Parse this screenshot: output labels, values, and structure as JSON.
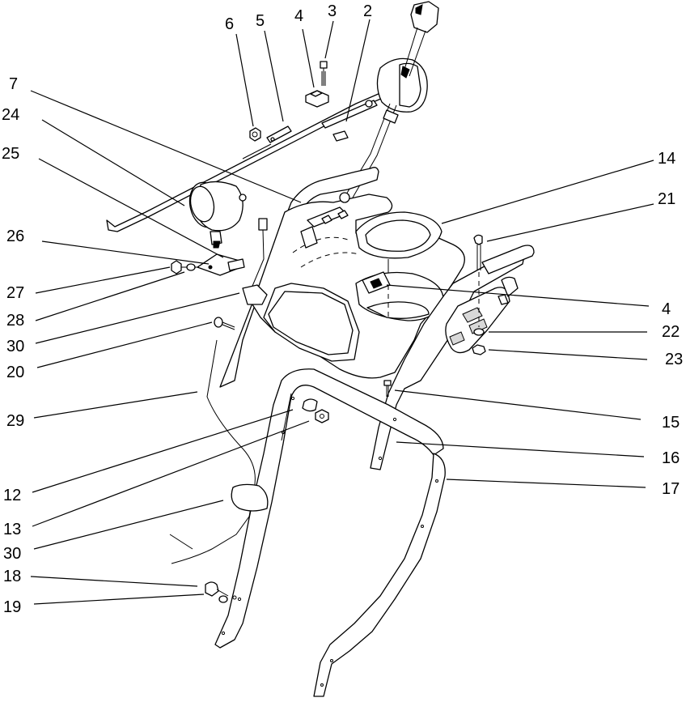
{
  "callouts": [
    {
      "id": "c6",
      "label": "6"
    },
    {
      "id": "c5",
      "label": "5"
    },
    {
      "id": "c4a",
      "label": "4"
    },
    {
      "id": "c3",
      "label": "3"
    },
    {
      "id": "c2",
      "label": "2"
    },
    {
      "id": "c7",
      "label": "7"
    },
    {
      "id": "c24",
      "label": "24"
    },
    {
      "id": "c25",
      "label": "25"
    },
    {
      "id": "c14",
      "label": "14"
    },
    {
      "id": "c21",
      "label": "21"
    },
    {
      "id": "c26",
      "label": "26"
    },
    {
      "id": "c27",
      "label": "27"
    },
    {
      "id": "c28",
      "label": "28"
    },
    {
      "id": "c4b",
      "label": "4"
    },
    {
      "id": "c22",
      "label": "22"
    },
    {
      "id": "c30a",
      "label": "30"
    },
    {
      "id": "c23",
      "label": "23"
    },
    {
      "id": "c20",
      "label": "20"
    },
    {
      "id": "c29",
      "label": "29"
    },
    {
      "id": "c15",
      "label": "15"
    },
    {
      "id": "c16",
      "label": "16"
    },
    {
      "id": "c12",
      "label": "12"
    },
    {
      "id": "c17",
      "label": "17"
    },
    {
      "id": "c13",
      "label": "13"
    },
    {
      "id": "c30b",
      "label": "30"
    },
    {
      "id": "c18",
      "label": "18"
    },
    {
      "id": "c19",
      "label": "19"
    }
  ]
}
